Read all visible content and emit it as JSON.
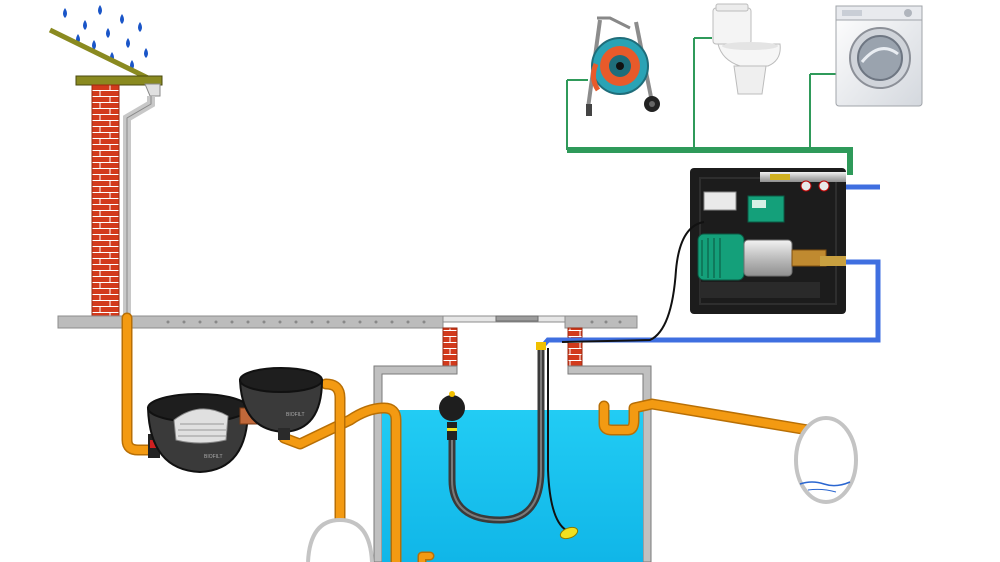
{
  "diagram": {
    "colors": {
      "background": "#ffffff",
      "rain": "#1a55c8",
      "roof": "#8a8a20",
      "brick": "#d23a1c",
      "mortar": "#ffffff",
      "downpipe": "#c8c8c8",
      "orange_pipe": "#f39a12",
      "orange_pipe_edge": "#b86f05",
      "ground": "#b8b8b8",
      "tank_wall": "#c0c0c0",
      "water": "#19c4f0",
      "blue_pipe": "#3f6fe0",
      "green_pipe": "#2f9a5a",
      "pump_unit": "#1c1c1c",
      "pump_motor": "#14a07a",
      "hose_black": "#333333",
      "float_yellow": "#f0e020",
      "sump_outline": "#c4c4c4"
    },
    "components": {
      "rain_cloud": "rain-drops",
      "roof": "roof-edge",
      "chimney_wall": "brick-wall",
      "downpipe": "rainwater-downpipe",
      "filters": [
        "leaf-filter-1",
        "leaf-filter-2"
      ],
      "tank": "underground-tank",
      "floating_intake": "floating-suction-hose",
      "float_switch": "float-switch",
      "overflow": "overflow-pipe",
      "soakaway_right": "soakaway-sump",
      "soakaway_left": "infiltration-sump",
      "pump_station": "rainwater-pump-unit",
      "supply_line": "green-supply-manifold",
      "consumers": [
        "garden-hose-reel-icon",
        "toilet-icon",
        "washing-machine-icon"
      ],
      "mains_backup": "blue-mains-pipe"
    },
    "labels": {
      "filter_brand_1": "BIOFILT",
      "filter_brand_2": "BIOFILT"
    }
  }
}
